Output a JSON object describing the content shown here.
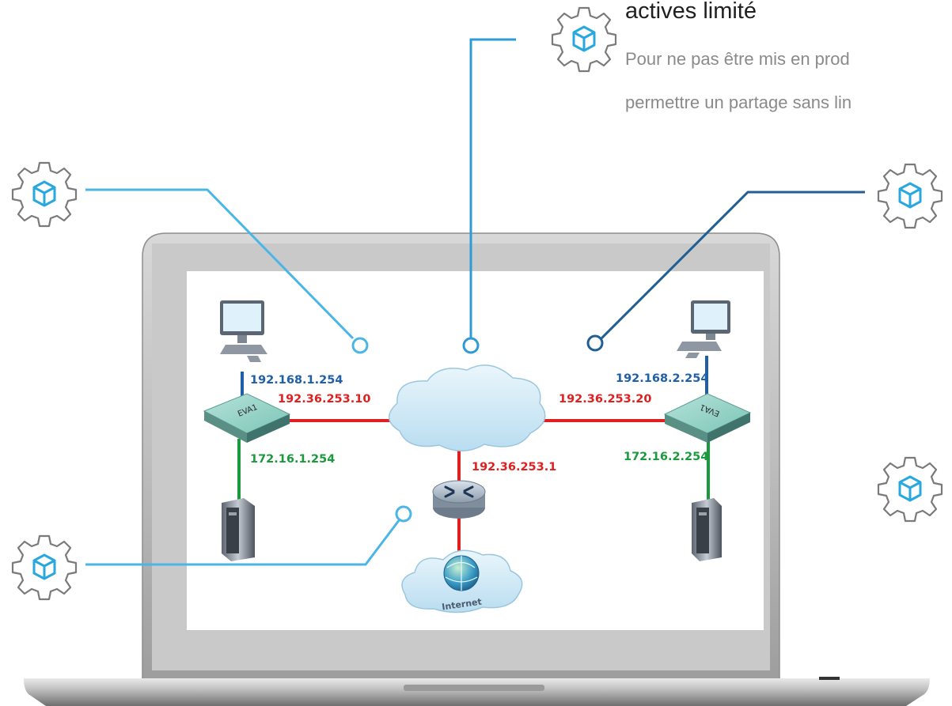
{
  "feature": {
    "title": "actives limité",
    "description_line1": "Pour ne pas être mis en prod",
    "description_line2": "permettre un partage sans lin"
  },
  "network": {
    "left_device_label": "EVA1",
    "right_device_label": "EVA1",
    "cloud_label": "Internet",
    "ips": {
      "left_lan": "192.168.1.254",
      "left_wan": "192.36.253.10",
      "left_dmz": "172.16.1.254",
      "right_lan": "192.168.2.254",
      "right_wan": "192.36.253.20",
      "right_dmz": "172.16.2.254",
      "router": "192.36.253.1"
    }
  },
  "colors": {
    "lan_blue": "#1f5fa8",
    "wan_red": "#e02020",
    "dmz_green": "#1a9a3c",
    "callout_light": "#4bb6e6",
    "callout_mid": "#2f9ad6",
    "callout_dark": "#1f5f95",
    "gear_stroke": "#7a7a7a",
    "box_icon": "#29a8e0"
  },
  "icons": [
    "gear-box-icon",
    "desktop-icon",
    "server-tower-icon",
    "router-icon",
    "cloud-icon",
    "globe-icon"
  ]
}
